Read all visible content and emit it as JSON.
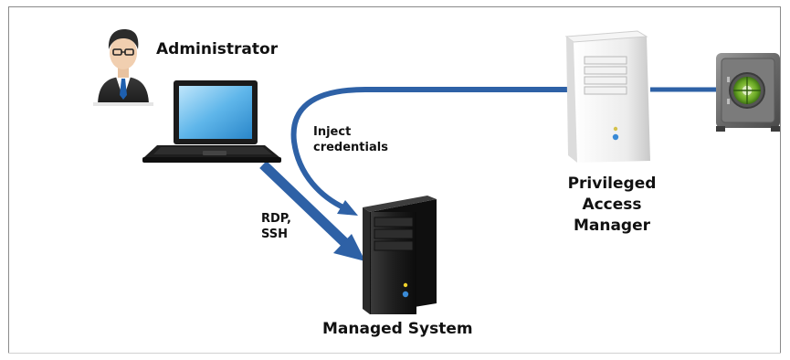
{
  "labels": {
    "administrator": "Administrator",
    "inject_credentials_line1": "Inject",
    "inject_credentials_line2": "credentials",
    "protocol_line1": "RDP,",
    "protocol_line2": "SSH",
    "pam_line1": "Privileged",
    "pam_line2": "Access",
    "pam_line3": "Manager",
    "managed_system": "Managed System"
  },
  "icons": {
    "administrator": "administrator-person-icon",
    "laptop": "laptop-icon",
    "managed_system": "server-tower-icon",
    "pam_server": "server-tower-icon",
    "vault": "vault-safe-icon"
  },
  "colors": {
    "arrow": "#2e61a6",
    "frame": "#8a8a8a",
    "text": "#111111"
  }
}
